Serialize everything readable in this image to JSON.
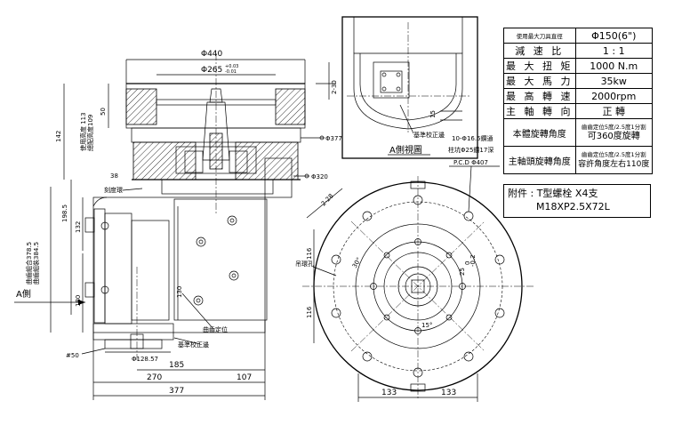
{
  "spec_table": {
    "rows": [
      {
        "label": "使用最大刀具直徑",
        "value": "Φ150(6\")"
      },
      {
        "label": "減 速 比",
        "value": "1 : 1"
      },
      {
        "label": "最 大 扭 矩",
        "value": "1000 N.m"
      },
      {
        "label": "最 大 馬 力",
        "value": "35kw"
      },
      {
        "label": "最 高 轉 速",
        "value": "2000rpm"
      },
      {
        "label": "主 軸 轉 向",
        "value": "正 轉"
      }
    ],
    "body_rotation": {
      "label": "本體旋轉角度",
      "line1": "齒齒定位5度/2.5度1分割",
      "line2": "可360度旋轉"
    },
    "head_rotation": {
      "label": "主軸頭旋轉角度",
      "line1": "齒齒定位5度/2.5度1分割",
      "line2": "容許角度左右110度"
    }
  },
  "accessory": {
    "line1": "附件 : T型螺栓 X4支",
    "line2": "M18XP2.5X72L"
  },
  "view_a": {
    "title": "A側視圖",
    "callout": "基準校正邊",
    "dim_15": "15"
  },
  "labels": {
    "a_side": "A側",
    "engraving_ring": "刻度環",
    "curved_position": "曲齒定位",
    "reference_edge": "基準校正邊",
    "lifting_hole": "吊環孔",
    "bolt_holes_1": "10-Φ16.5鑽通",
    "bolt_holes_2": "柱坑Φ25鑽17深",
    "bolt_holes_3": "P.C.D Φ407",
    "height_1": "使用高度 113",
    "height_2": "總配高度109",
    "height_3": "曲齒組合378.5",
    "height_4": "曲齒組裝384.5"
  },
  "dimensions": {
    "d440": "Φ440",
    "d265": "Φ265",
    "d265_tol_up": "+0.03",
    "d265_tol_dn": "-0.01",
    "d2_30": "2-30",
    "d50": "50",
    "d142": "142",
    "d377_dia": "Φ377",
    "d320": "Φ320",
    "d38": "38",
    "d198_5": "198.5",
    "d132": "132",
    "d130": "130",
    "d180": "180",
    "d50_hole": "#50",
    "d128_57": "Φ128.57",
    "d185": "185",
    "d270": "270",
    "d107": "107",
    "d377": "377",
    "d2_28": "2-28",
    "d116_top": "116",
    "d116_bot": "116",
    "d30deg": "30°",
    "d15deg": "15°",
    "d25": "25",
    "d0": "0",
    "d0_2": "-0.2",
    "d133_l": "133",
    "d133_r": "133"
  }
}
